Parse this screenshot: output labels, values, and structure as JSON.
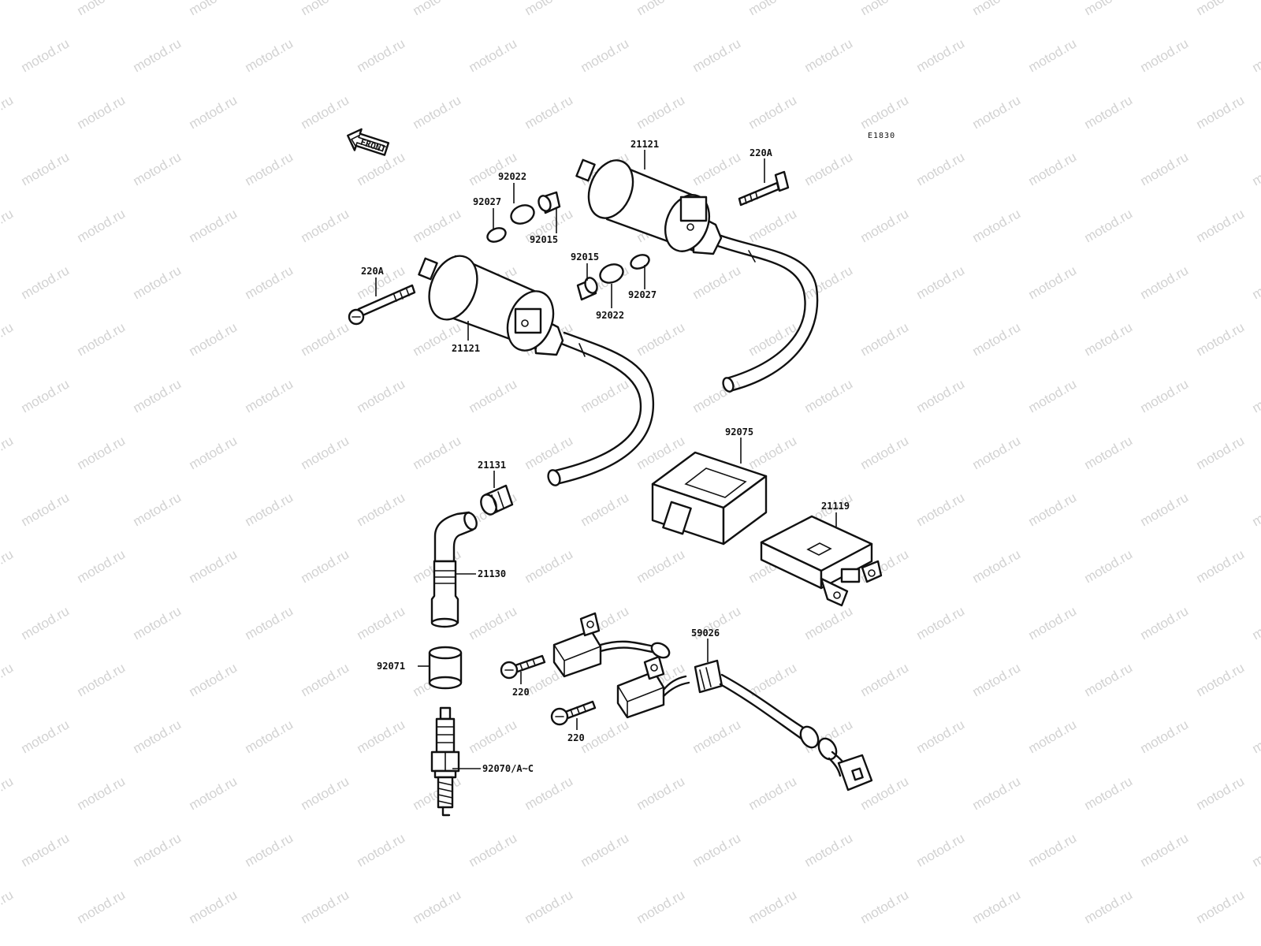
{
  "watermark": "motod.ru",
  "diagram_ref": "E1830",
  "front_label": "FRONT",
  "callouts": {
    "coil_left": "21121",
    "coil_right": "21121",
    "bolt_left": "220A",
    "bolt_right": "220A",
    "collar_top": "92027",
    "washer_top": "92022",
    "bushing_top": "92015",
    "bushing_mid": "92015",
    "collar_mid": "92027",
    "washer_mid": "92022",
    "cap_nut": "21131",
    "plug_cap": "21130",
    "seal": "92071",
    "spark_plug": "92070/A~C",
    "case": "92075",
    "igniter": "21119",
    "screw_upper": "220",
    "screw_lower": "220",
    "pickup_coil": "59026"
  }
}
